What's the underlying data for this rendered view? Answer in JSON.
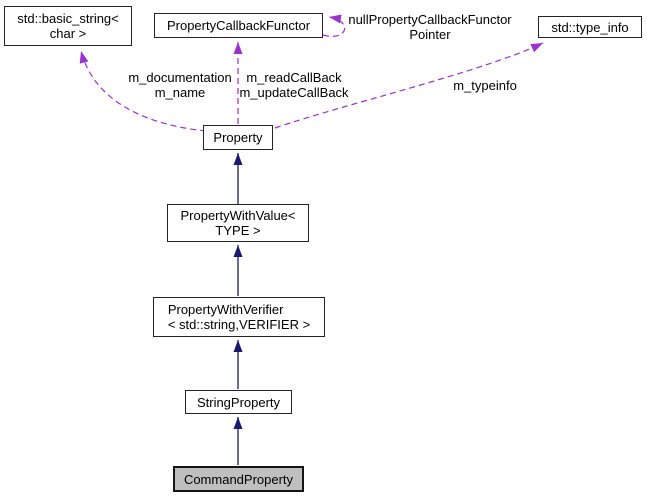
{
  "diagram": {
    "type": "uml-collaboration-graph",
    "focus_node": "CommandProperty",
    "colors": {
      "background": "#FFFFFF",
      "node_border": "#242424",
      "node_fill": "#FFFFFF",
      "focus_node_fill": "#BFBFBF",
      "inheritance_edge": "#191970",
      "member_edge": "#9A32CD",
      "text": "#000000"
    },
    "nodes": [
      {
        "id": "std-basic-string",
        "label": "std::basic_string<\nchar >"
      },
      {
        "id": "property-callback-functor",
        "label": "PropertyCallbackFunctor"
      },
      {
        "id": "std-type-info",
        "label": "std::type_info"
      },
      {
        "id": "property",
        "label": "Property"
      },
      {
        "id": "property-with-value",
        "label": "PropertyWithValue<\nTYPE >"
      },
      {
        "id": "property-with-verifier",
        "label": "PropertyWithVerifier\n< std::string,VERIFIER >"
      },
      {
        "id": "string-property",
        "label": "StringProperty"
      },
      {
        "id": "command-property",
        "label": "CommandProperty"
      }
    ],
    "edges": [
      {
        "from": "PropertyWithValue< TYPE >",
        "to": "Property",
        "type": "inheritance",
        "label": ""
      },
      {
        "from": "PropertyWithVerifier< std::string,VERIFIER >",
        "to": "PropertyWithValue< TYPE >",
        "type": "inheritance",
        "label": ""
      },
      {
        "from": "StringProperty",
        "to": "PropertyWithVerifier< std::string,VERIFIER >",
        "type": "inheritance",
        "label": ""
      },
      {
        "from": "CommandProperty",
        "to": "StringProperty",
        "type": "inheritance",
        "label": ""
      },
      {
        "from": "Property",
        "to": "std::basic_string< char >",
        "type": "member",
        "label": "m_documentation\nm_name"
      },
      {
        "from": "Property",
        "to": "PropertyCallbackFunctor",
        "type": "member",
        "label": "m_readCallBack\nm_updateCallBack"
      },
      {
        "from": "Property",
        "to": "std::type_info",
        "type": "member",
        "label": "m_typeinfo"
      },
      {
        "from": "PropertyCallbackFunctor",
        "to": "PropertyCallbackFunctor",
        "type": "member",
        "label": "nullPropertyCallbackFunctor\nPointer"
      }
    ]
  }
}
